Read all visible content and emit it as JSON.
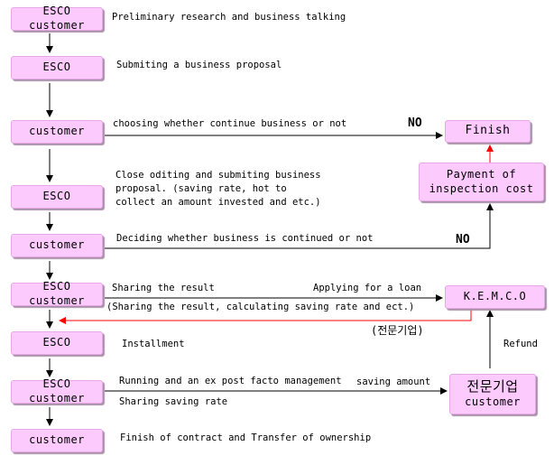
{
  "steps": [
    {
      "actor": "ESCO customer",
      "desc": "Preliminary research and business talking"
    },
    {
      "actor": "ESCO",
      "desc": "Submiting a business proposal"
    },
    {
      "actor": "customer",
      "desc": "choosing whether continue business or not"
    },
    {
      "actor": "ESCO",
      "desc": "Close oditing and submiting business\nproposal. (saving rate, hot to\ncollect an amount invested and etc.)"
    },
    {
      "actor": "customer",
      "desc": "Deciding whether business is continued or not"
    },
    {
      "actor": "ESCO customer",
      "desc": "Sharing the result",
      "desc2": "(Sharing the result, calculating saving rate and ect.)"
    },
    {
      "actor": "ESCO",
      "desc": "Installment"
    },
    {
      "actor": "ESCO customer",
      "desc": "Running and an ex post facto management",
      "desc2": "Sharing saving rate"
    },
    {
      "actor": "customer",
      "desc": "Finish of contract and Transfer of ownership"
    }
  ],
  "right": {
    "finish": "Finish",
    "payment": "Payment of\ninspection cost",
    "kemco": "K.E.M.C.O",
    "specialist_kr": "전문기업",
    "specialist_en": "customer",
    "no1": "NO",
    "no2": "NO",
    "loan": "Applying for a loan",
    "specialist_paren": "(전문기업)",
    "refund": "Refund",
    "saving_amount": "saving amount"
  },
  "colors": {
    "box": "#fccafc",
    "red": "#ff0000"
  }
}
